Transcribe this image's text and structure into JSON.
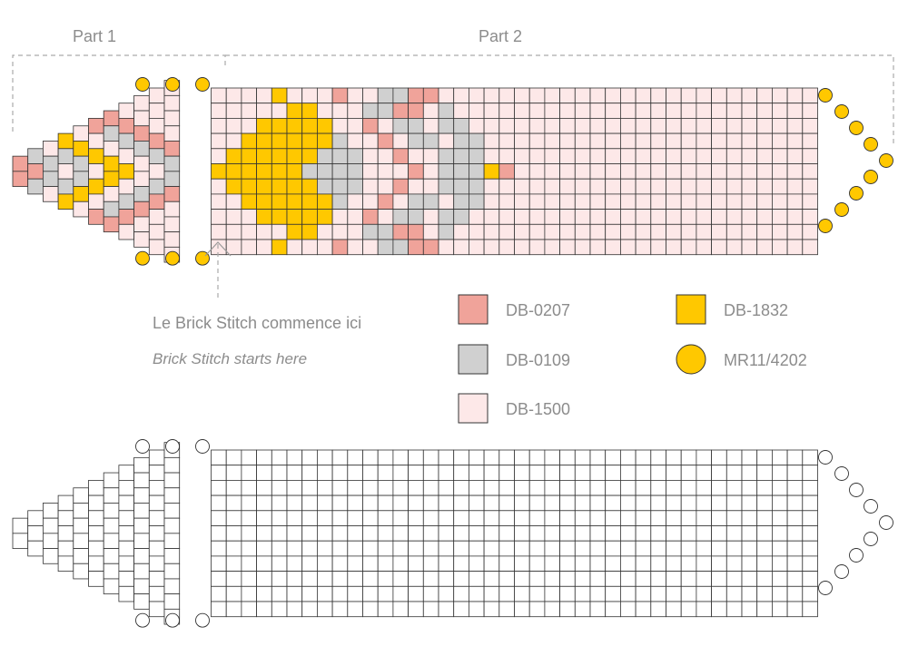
{
  "parts": [
    {
      "label": "Part 1"
    },
    {
      "label": "Part 2"
    }
  ],
  "annotation": {
    "fr": "Le Brick Stitch commence ici",
    "en": "Brick Stitch starts here"
  },
  "colors": {
    "DB-0207": "#f0a39a",
    "DB-0109": "#d0d0d0",
    "DB-1500": "#fde8e8",
    "DB-1832": "#ffc800",
    "MR11/4202": "#ffc800",
    "outline": "#333333",
    "empty": "#ffffff"
  },
  "legend": [
    {
      "code": "DB-0207",
      "shape": "square"
    },
    {
      "code": "DB-0109",
      "shape": "square"
    },
    {
      "code": "DB-1500",
      "shape": "square"
    },
    {
      "code": "DB-1832",
      "shape": "square"
    },
    {
      "code": "MR11/4202",
      "shape": "circle"
    }
  ],
  "pattern": {
    "key": {
      ".": "DB-1500",
      "P": "DB-0207",
      "G": "DB-0109",
      "Y": "DB-1832"
    },
    "part1_columns": [
      {
        "rows": [
          "P",
          "P"
        ]
      },
      {
        "rows": [
          "G",
          "P",
          "G"
        ]
      },
      {
        "rows": [
          ".",
          "G",
          "G",
          "."
        ]
      },
      {
        "rows": [
          "Y",
          "G",
          ".",
          "G",
          "Y"
        ]
      },
      {
        "rows": [
          ".",
          "Y",
          "G",
          "G",
          "Y",
          "."
        ]
      },
      {
        "rows": [
          "P",
          ".",
          "Y",
          ".",
          "Y",
          ".",
          "P"
        ]
      },
      {
        "rows": [
          "P",
          "G",
          ".",
          "Y",
          "Y",
          ".",
          "G",
          "P"
        ]
      },
      {
        "rows": [
          ".",
          "P",
          "G",
          ".",
          "Y",
          ".",
          "G",
          "P",
          "."
        ]
      },
      {
        "rows": [
          ".",
          ".",
          "P",
          "G",
          ".",
          ".",
          "G",
          "P",
          ".",
          "."
        ]
      },
      {
        "rows": [
          ".",
          ".",
          ".",
          "P",
          "G",
          ".",
          "G",
          "P",
          ".",
          ".",
          "."
        ]
      },
      {
        "rows": [
          ".",
          ".",
          ".",
          ".",
          "P",
          "G",
          "G",
          "P",
          ".",
          ".",
          ".",
          "."
        ]
      }
    ],
    "part2_rows": [
      "....Y...P..GGPP...",
      ".....YY...GGPP.G..",
      "...YYYYY..P.GG.GG.",
      "..YYYYYYG..P.GG.GG",
      ".YYYYYYGGG..P..GGG",
      "YYYYYYGGGG...P.GGGYP",
      ".YYYYYYGGG..P..GGG",
      "..YYYYYYG..P.GG.GG",
      "...YYYYY..P.GG.GG.",
      ".....YY...GGPP.G..",
      "....Y...P..GGPP..."
    ]
  }
}
